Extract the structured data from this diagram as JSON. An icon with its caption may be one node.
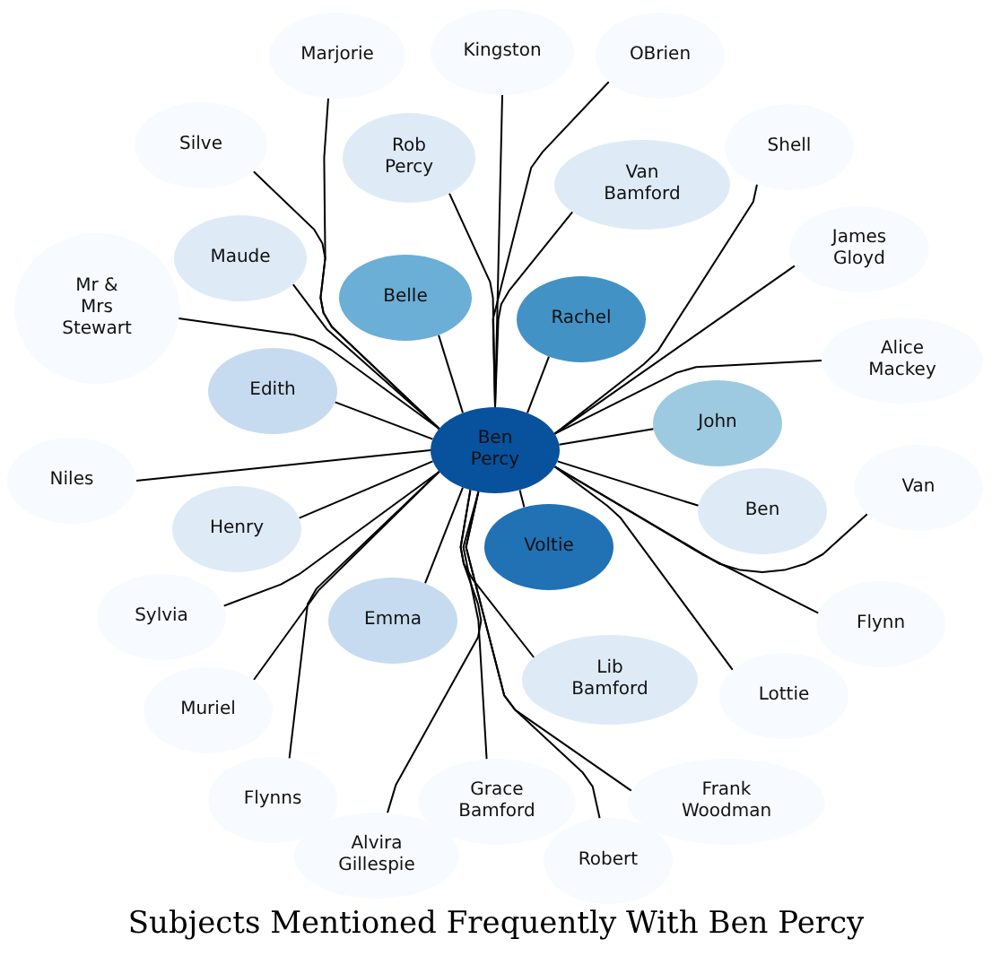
{
  "diagram": {
    "title": "Subjects Mentioned Frequently With Ben Percy",
    "nodes": [
      {
        "text": [
          "Marjorie"
        ]
      },
      {
        "text": [
          "Kingston"
        ]
      },
      {
        "text": [
          "OBrien"
        ]
      },
      {
        "text": [
          "Silve"
        ]
      },
      {
        "text": [
          "Rob Percy"
        ]
      },
      {
        "text": [
          "Shell"
        ]
      },
      {
        "text": [
          "Van Bamford"
        ]
      },
      {
        "text": [
          "James Gloyd"
        ]
      },
      {
        "text": [
          "Maude"
        ]
      },
      {
        "text": [
          "Mr & Mrs Stewart"
        ]
      },
      {
        "text": [
          "Belle"
        ]
      },
      {
        "text": [
          "Rachel"
        ]
      },
      {
        "text": [
          "Alice Mackey"
        ]
      },
      {
        "text": [
          "John"
        ]
      },
      {
        "text": [
          "Edith"
        ]
      },
      {
        "text": [
          "Ben Percy"
        ]
      },
      {
        "text": [
          "Niles"
        ]
      },
      {
        "text": [
          "Van"
        ]
      },
      {
        "text": [
          "Henry"
        ]
      },
      {
        "text": [
          "Ben"
        ]
      },
      {
        "text": [
          "Voltie"
        ]
      },
      {
        "text": [
          "Sylvia"
        ]
      },
      {
        "text": [
          "Emma"
        ]
      },
      {
        "text": [
          "Flynn"
        ]
      },
      {
        "text": [
          "Lib Bamford"
        ]
      },
      {
        "text": [
          "Lottie"
        ]
      },
      {
        "text": [
          "Muriel"
        ]
      },
      {
        "text": [
          "Flynns"
        ]
      },
      {
        "text": [
          "Frank Woodman"
        ]
      },
      {
        "text": [
          "Grace Bamford"
        ]
      },
      {
        "text": [
          "Alvira Gillespie"
        ]
      },
      {
        "text": [
          "Robert"
        ]
      }
    ],
    "edges": [
      {
        "from": 15,
        "to": 0,
        "arrow": "none"
      },
      {
        "from": 15,
        "to": 1,
        "arrow": "none"
      },
      {
        "from": 15,
        "to": 2,
        "arrow": "none"
      },
      {
        "from": 15,
        "to": 3,
        "arrow": "none"
      },
      {
        "from": 15,
        "to": 4,
        "arrow": "none"
      },
      {
        "from": 15,
        "to": 5,
        "arrow": "none"
      },
      {
        "from": 15,
        "to": 6,
        "arrow": "none"
      },
      {
        "from": 15,
        "to": 7,
        "arrow": "none"
      },
      {
        "from": 15,
        "to": 8,
        "arrow": "none"
      },
      {
        "from": 15,
        "to": 9,
        "arrow": "none"
      },
      {
        "from": 15,
        "to": 10,
        "arrow": "none"
      },
      {
        "from": 15,
        "to": 11,
        "arrow": "none"
      },
      {
        "from": 15,
        "to": 12,
        "arrow": "none"
      },
      {
        "from": 15,
        "to": 13,
        "arrow": "none"
      },
      {
        "from": 15,
        "to": 14,
        "arrow": "none"
      },
      {
        "from": 15,
        "to": 16,
        "arrow": "none"
      },
      {
        "from": 15,
        "to": 17,
        "arrow": "none"
      },
      {
        "from": 15,
        "to": 18,
        "arrow": "none"
      },
      {
        "from": 15,
        "to": 19,
        "arrow": "none"
      },
      {
        "from": 15,
        "to": 20,
        "arrow": "none"
      },
      {
        "from": 15,
        "to": 21,
        "arrow": "none"
      },
      {
        "from": 15,
        "to": 22,
        "arrow": "none"
      },
      {
        "from": 15,
        "to": 23,
        "arrow": "none"
      },
      {
        "from": 15,
        "to": 24,
        "arrow": "none"
      },
      {
        "from": 15,
        "to": 25,
        "arrow": "none"
      },
      {
        "from": 15,
        "to": 26,
        "arrow": "none"
      },
      {
        "from": 15,
        "to": 27,
        "arrow": "none"
      },
      {
        "from": 15,
        "to": 28,
        "arrow": "none"
      },
      {
        "from": 15,
        "to": 29,
        "arrow": "none"
      },
      {
        "from": 15,
        "to": 30,
        "arrow": "none"
      },
      {
        "from": 15,
        "to": 31,
        "arrow": "none"
      }
    ]
  }
}
